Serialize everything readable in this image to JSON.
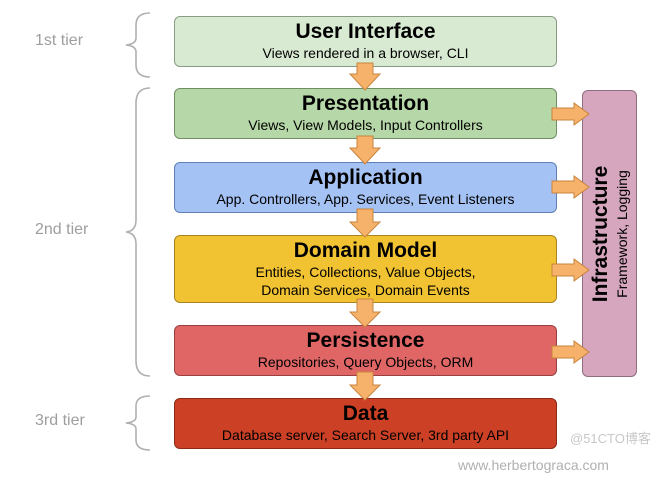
{
  "tiers": {
    "first": "1st tier",
    "second": "2nd tier",
    "third": "3rd tier"
  },
  "layers": {
    "ui": {
      "title": "User Interface",
      "subtitle": "Views rendered in a browser, CLI",
      "fill": "#d9ead3",
      "border": "#8a9a85"
    },
    "presentation": {
      "title": "Presentation",
      "subtitle": "Views, View Models, Input Controllers",
      "fill": "#b6d7a8",
      "border": "#6f8f63"
    },
    "application": {
      "title": "Application",
      "subtitle": "App. Controllers, App. Services, Event Listeners",
      "fill": "#a4c2f4",
      "border": "#5f7fb5"
    },
    "domain": {
      "title": "Domain Model",
      "subtitle_line1": "Entities, Collections, Value Objects,",
      "subtitle_line2": "Domain Services, Domain Events",
      "fill": "#f1c232",
      "border": "#a88420"
    },
    "persistence": {
      "title": "Persistence",
      "subtitle": "Repositories, Query Objects, ORM",
      "fill": "#e06666",
      "border": "#9a3f3f"
    },
    "data": {
      "title": "Data",
      "subtitle": "Database server, Search Server, 3rd party API",
      "fill": "#cc4125",
      "border": "#8a2a16"
    }
  },
  "infrastructure": {
    "title": "Infrastructure",
    "subtitle": "Framework, Logging",
    "fill": "#d5a6bd"
  },
  "colors": {
    "arrow_fill": "#f6b26b",
    "arrow_stroke": "#c8843c",
    "tier_text": "#9e9e9e",
    "brace": "#b0b0b0"
  },
  "watermark": {
    "url": "www.herbertograca.com",
    "site": "@51CTO博客"
  }
}
